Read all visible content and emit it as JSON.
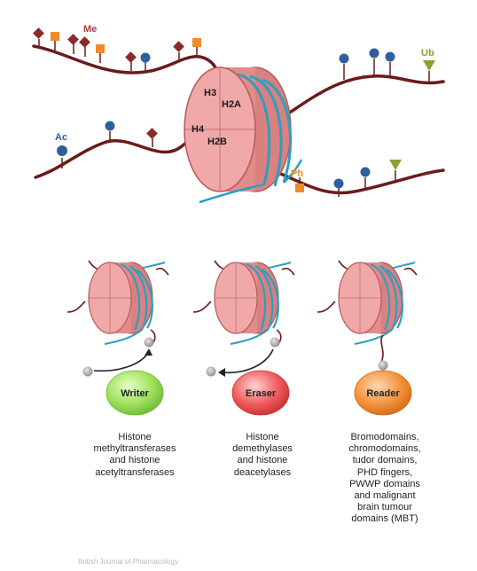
{
  "top": {
    "histone_labels": [
      "H3",
      "H2A",
      "H4",
      "H2B"
    ],
    "marks": {
      "methyl": "Me",
      "acetyl": "Ac",
      "phospho": "Ph",
      "ubiquitin": "Ub"
    }
  },
  "enzymes": [
    {
      "label": "Writer",
      "caption": [
        "Histone",
        "methyltransferases",
        "and histone",
        "acetyltransferases"
      ]
    },
    {
      "label": "Eraser",
      "caption": [
        "Histone",
        "demethylases",
        "and histone",
        "deacetylases"
      ]
    },
    {
      "label": "Reader",
      "caption": [
        "Bromodomains,",
        "chromodomains,",
        "tudor domains,",
        "PHD fingers,",
        "PWWP domains",
        "and malignant",
        "brain tumour",
        "domains (MBT)"
      ]
    }
  ],
  "credit": "British Journal of Pharmacology",
  "colors": {
    "tail": "#6b1a1a",
    "dna": "#2aa0c0",
    "histone_fill": "#e89494",
    "histone_stroke": "#b35a5a",
    "methyl": "#b23a3a",
    "acetyl": "#2f5f9e",
    "phospho": "#f08a2c",
    "ubiquitin": "#8aa030",
    "writer": "#8fd64e",
    "eraser": "#e84848",
    "reader": "#f08a2c"
  }
}
